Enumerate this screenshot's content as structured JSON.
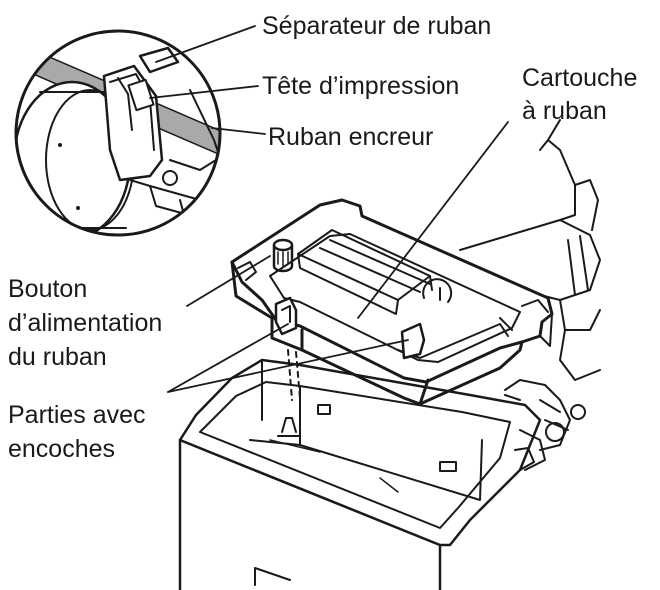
{
  "labels": {
    "ribbon_separator": "Séparateur de ruban",
    "print_head": "Tête d’impression",
    "ink_ribbon": "Ruban encreur",
    "ribbon_cartridge_line1": "Cartouche",
    "ribbon_cartridge_line2": "à ruban",
    "feed_knob_line1": "Bouton",
    "feed_knob_line2": "d’alimentation",
    "feed_knob_line3": "du ruban",
    "notched_parts_line1": "Parties avec",
    "notched_parts_line2": "encoches"
  },
  "colors": {
    "ink": "#1a1a1a",
    "ribbon_gray": "#a9a9a9",
    "background": "#ffffff"
  }
}
